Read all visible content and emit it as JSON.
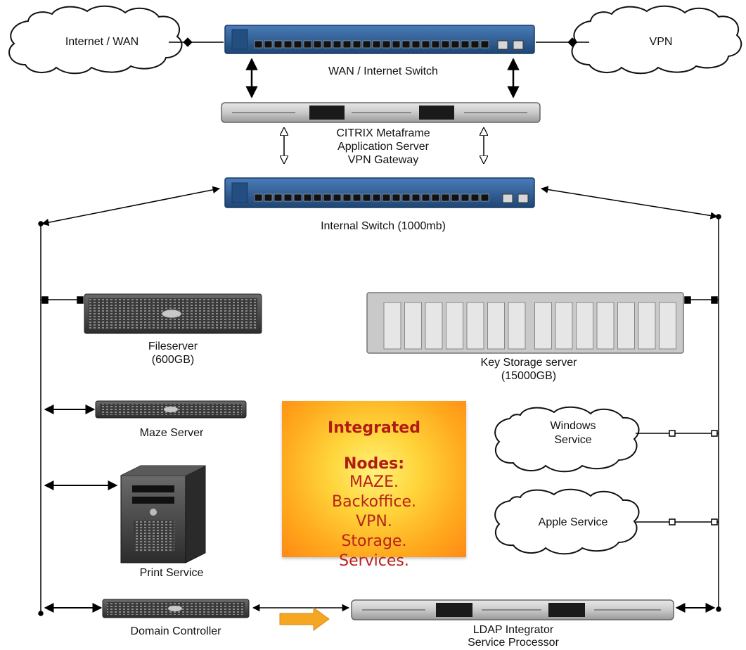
{
  "clouds": {
    "internet": "Internet / WAN",
    "vpn": "VPN",
    "windows_line1": "Windows",
    "windows_line2": "Service",
    "apple": "Apple Service"
  },
  "devices": {
    "wan_switch": "WAN / Internet Switch",
    "citrix_line1": "CITRIX Metaframe",
    "citrix_line2": "Application Server",
    "citrix_line3": "VPN Gateway",
    "internal_switch": "Internal Switch (1000mb)",
    "fileserver_line1": "Fileserver",
    "fileserver_line2": "(600GB)",
    "key_storage_line1": "Key Storage server",
    "key_storage_line2": "(15000GB)",
    "maze_server": "Maze Server",
    "print_service": "Print Service",
    "domain_controller": "Domain Controller",
    "ldap_line1": "LDAP Integrator",
    "ldap_line2": "Service Processor"
  },
  "integrated_nodes": {
    "title_line1": "Integrated",
    "title_line2": "Nodes:",
    "items": [
      "MAZE.",
      "Backoffice.",
      "VPN.",
      "Storage.",
      "Services."
    ]
  },
  "colors": {
    "switch_blue": "#2f5f95",
    "arrow_orange": "#f5a623",
    "nodes_text": "#b8221a"
  }
}
